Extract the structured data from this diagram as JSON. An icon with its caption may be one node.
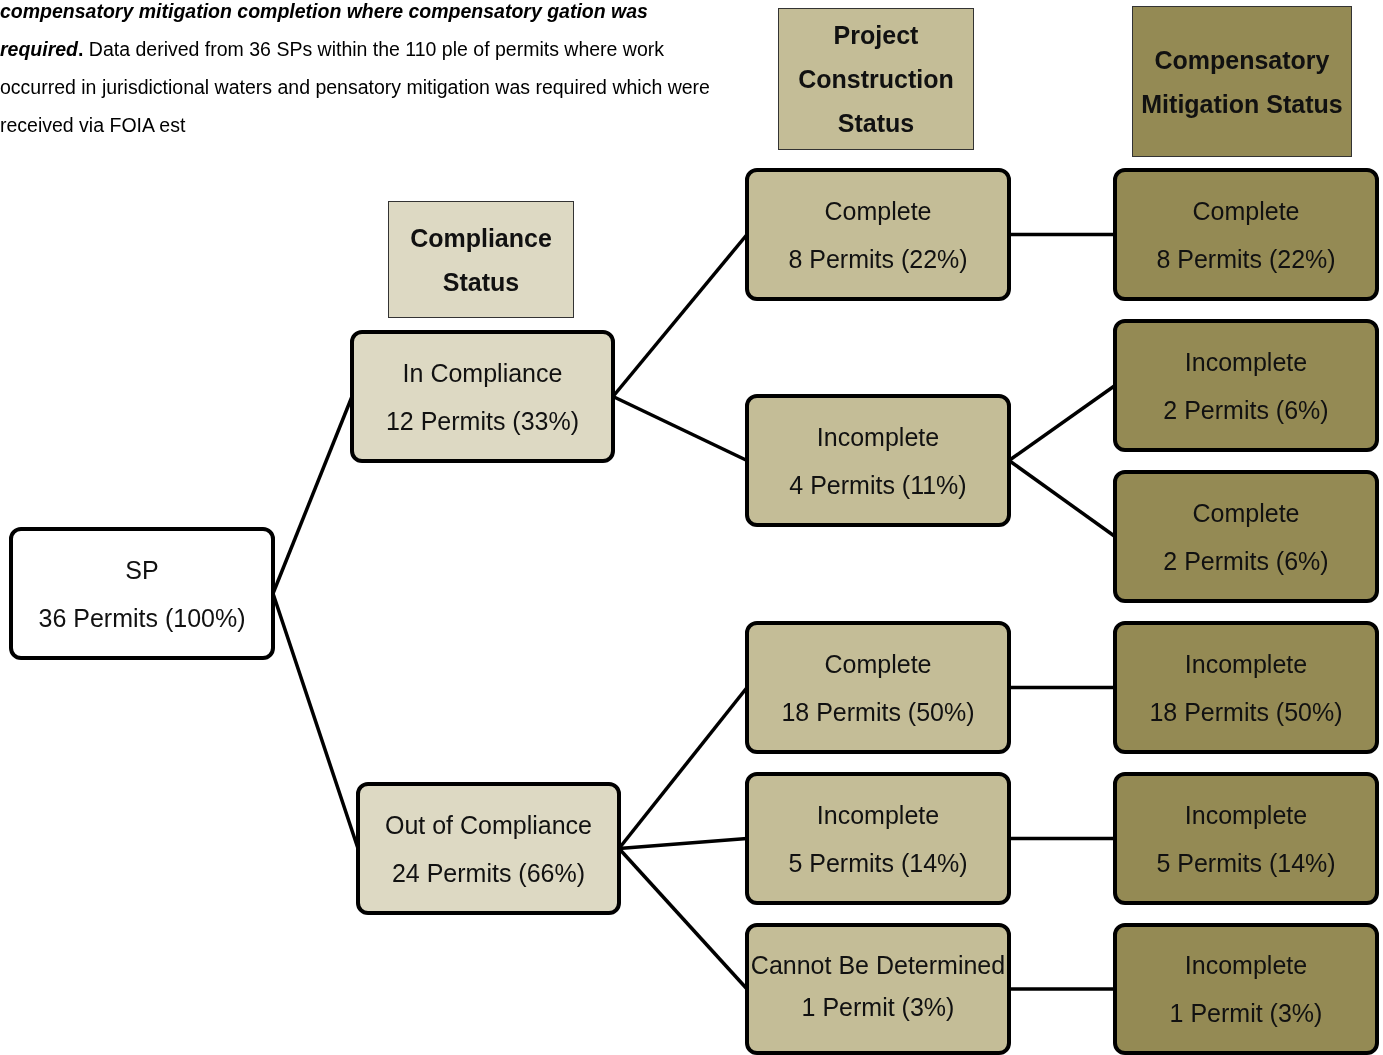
{
  "diagram": {
    "caption": "***compensatory mitigation completion where compensatory gation was required*.** Data derived from 36 SPs within the 110 ple of permits where work occurred in jurisdictional waters and pensatory mitigation was required which were received via FOIA est",
    "nodes": [
      {
        "text": [
          "Project Construction Status"
        ]
      },
      {
        "text": [
          "Compensatory Mitigation Status"
        ]
      },
      {
        "text": [
          "Compliance Status"
        ]
      },
      {
        "text": [
          "SP",
          "36 Permits  (100%)"
        ]
      },
      {
        "text": [
          "In Compliance",
          "12 Permits (33%)"
        ]
      },
      {
        "text": [
          "Out of Compliance",
          "24 Permits (66%)"
        ]
      },
      {
        "text": [
          "Complete",
          "8 Permits (22%)"
        ]
      },
      {
        "text": [
          "Incomplete",
          "4 Permits (11%)"
        ]
      },
      {
        "text": [
          "Complete",
          "18 Permits  (50%)"
        ]
      },
      {
        "text": [
          "Incomplete",
          "5 Permits (14%)"
        ]
      },
      {
        "text": [
          "Cannot Be Determined",
          "1 Permit (3%)"
        ]
      },
      {
        "text": [
          "Complete",
          "8 Permits (22%)"
        ]
      },
      {
        "text": [
          "Incomplete",
          "2 Permits (6%)"
        ]
      },
      {
        "text": [
          "Complete",
          "2 Permits  (6%)"
        ]
      },
      {
        "text": [
          "Incomplete",
          "18 Permits (50%)"
        ]
      },
      {
        "text": [
          "Incomplete",
          "5 Permits (14%)"
        ]
      },
      {
        "text": [
          "Incomplete",
          "1 Permit (3%)"
        ]
      }
    ],
    "edges": [
      {
        "from": 3,
        "to": 4,
        "arrow": "none"
      },
      {
        "from": 3,
        "to": 5,
        "arrow": "none"
      },
      {
        "from": 4,
        "to": 6,
        "arrow": "none"
      },
      {
        "from": 4,
        "to": 7,
        "arrow": "none"
      },
      {
        "from": 5,
        "to": 8,
        "arrow": "none"
      },
      {
        "from": 5,
        "to": 9,
        "arrow": "none"
      },
      {
        "from": 5,
        "to": 10,
        "arrow": "none"
      },
      {
        "from": 6,
        "to": 11,
        "arrow": "none"
      },
      {
        "from": 7,
        "to": 12,
        "arrow": "none"
      },
      {
        "from": 7,
        "to": 13,
        "arrow": "none"
      },
      {
        "from": 8,
        "to": 14,
        "arrow": "none"
      },
      {
        "from": 9,
        "to": 15,
        "arrow": "none"
      },
      {
        "from": 10,
        "to": 16,
        "arrow": "none"
      }
    ]
  }
}
